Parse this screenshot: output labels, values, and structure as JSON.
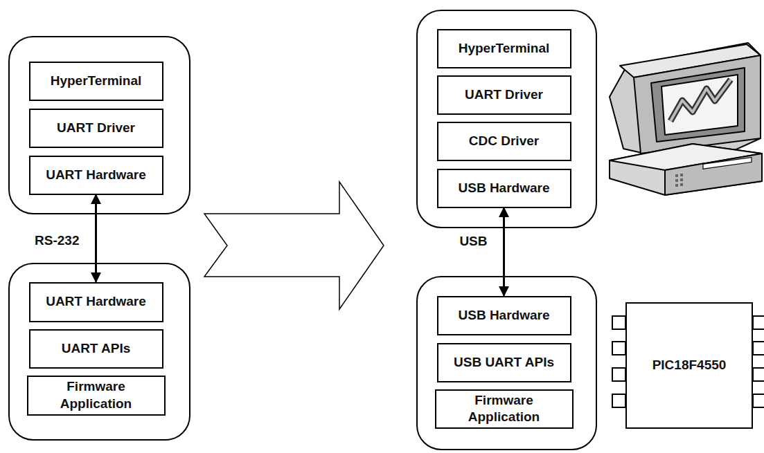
{
  "diagram": {
    "nodes": [
      {
        "text": []
      },
      {
        "text": [
          "HyperTerminal"
        ],
        "in": 0
      },
      {
        "text": [
          "UART Driver"
        ],
        "in": 0
      },
      {
        "text": [
          "UART Hardware"
        ],
        "in": 0
      },
      {
        "text": []
      },
      {
        "text": [
          "UART Hardware"
        ],
        "in": 4
      },
      {
        "text": [
          "UART APIs"
        ],
        "in": 4
      },
      {
        "text": [
          "Firmware Application"
        ],
        "in": 4
      },
      {
        "text": []
      },
      {
        "text": [
          "HyperTerminal"
        ],
        "in": 8
      },
      {
        "text": [
          "UART Driver"
        ],
        "in": 8
      },
      {
        "text": [
          "CDC Driver"
        ],
        "in": 8
      },
      {
        "text": [
          "USB Hardware"
        ],
        "in": 8
      },
      {
        "text": []
      },
      {
        "text": [
          "USB Hardware"
        ],
        "in": 13
      },
      {
        "text": [
          "USB UART APIs"
        ],
        "in": 13
      },
      {
        "text": [
          "Firmware Application"
        ],
        "in": 13
      },
      {
        "text": [
          "PIC18F4550"
        ]
      }
    ],
    "edges": [
      {
        "from": 3,
        "to": 5,
        "arrow": "both",
        "label": "RS-232"
      },
      {
        "from": 12,
        "to": 14,
        "arrow": "both",
        "label": "USB"
      }
    ]
  }
}
